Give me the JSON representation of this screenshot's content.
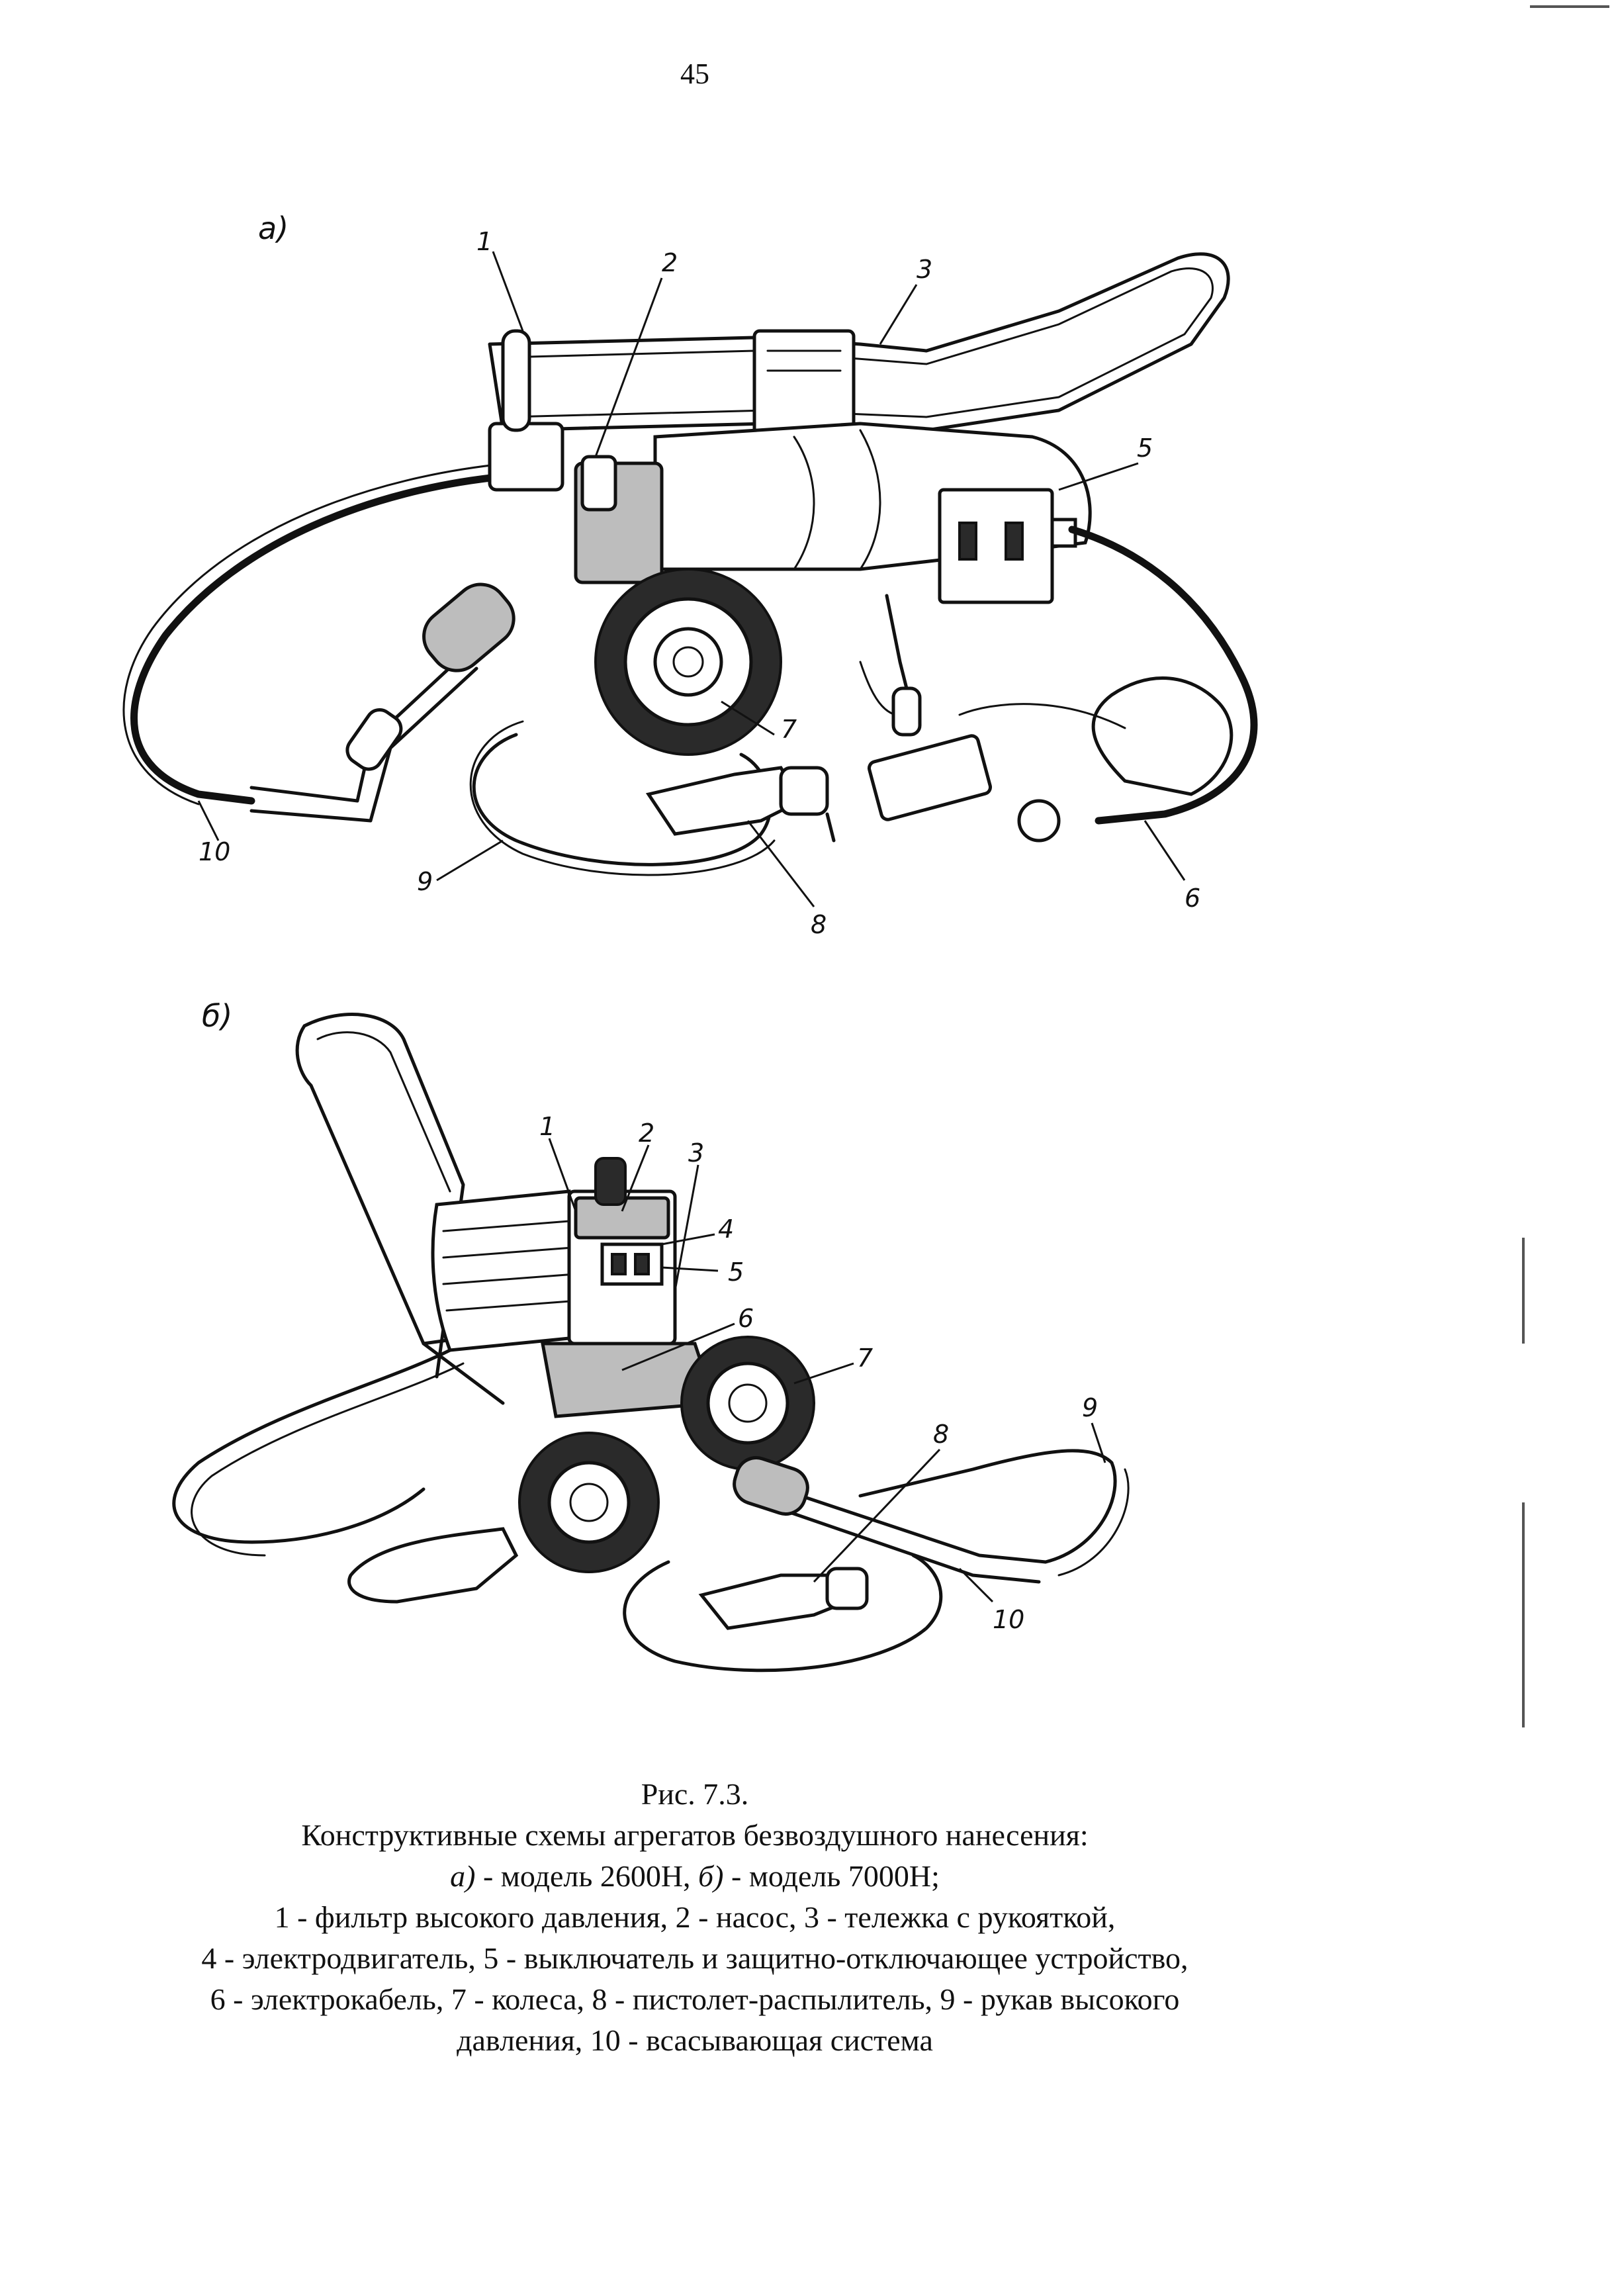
{
  "page_number": "45",
  "figure_a": {
    "label": "а)",
    "callouts": [
      "1",
      "2",
      "3",
      "5",
      "7",
      "10",
      "9",
      "8",
      "6"
    ]
  },
  "figure_b": {
    "label": "б)",
    "callouts": [
      "1",
      "2",
      "3",
      "4",
      "5",
      "6",
      "7",
      "8",
      "9",
      "10"
    ]
  },
  "caption": {
    "title": "Рис. 7.3.",
    "subtitle": "Конструктивные схемы агрегатов безвоздушного нанесения:",
    "line_models": {
      "a_label": "а)",
      "a_text": " - модель 2600Н, ",
      "b_label": "б)",
      "b_text": " - модель 7000Н;"
    },
    "legend_lines": [
      "1 - фильтр высокого давления, 2 - насос, 3 - тележка с рукояткой,",
      "4 - электродвигатель, 5 - выключатель и защитно-отключающее устройство,",
      "6 - электрокабель, 7 - колеса, 8 - пистолет-распылитель, 9 - рукав высокого",
      "давления, 10 - всасывающая система"
    ]
  }
}
